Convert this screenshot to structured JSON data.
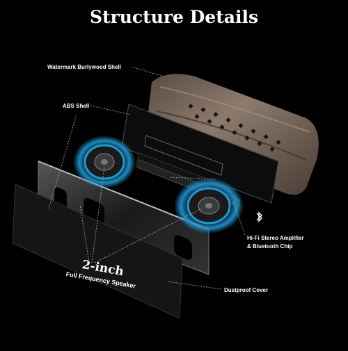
{
  "title": "Structure Details",
  "labels": {
    "shell": "Watermark Burlywood  Shell",
    "abs": "ABS Shell",
    "amp_line1": "Hi-Fi Stereo Amplifier",
    "amp_line2": "& Bluetooth Chip",
    "dust": "Dustproof Cover",
    "speaker_size": "2-inch",
    "speaker_type": "Full Frequency Speaker"
  },
  "colors": {
    "background": "#000000",
    "glow": "#1e9ad6",
    "wood": "#7a6a5c",
    "text": "#ffffff"
  }
}
